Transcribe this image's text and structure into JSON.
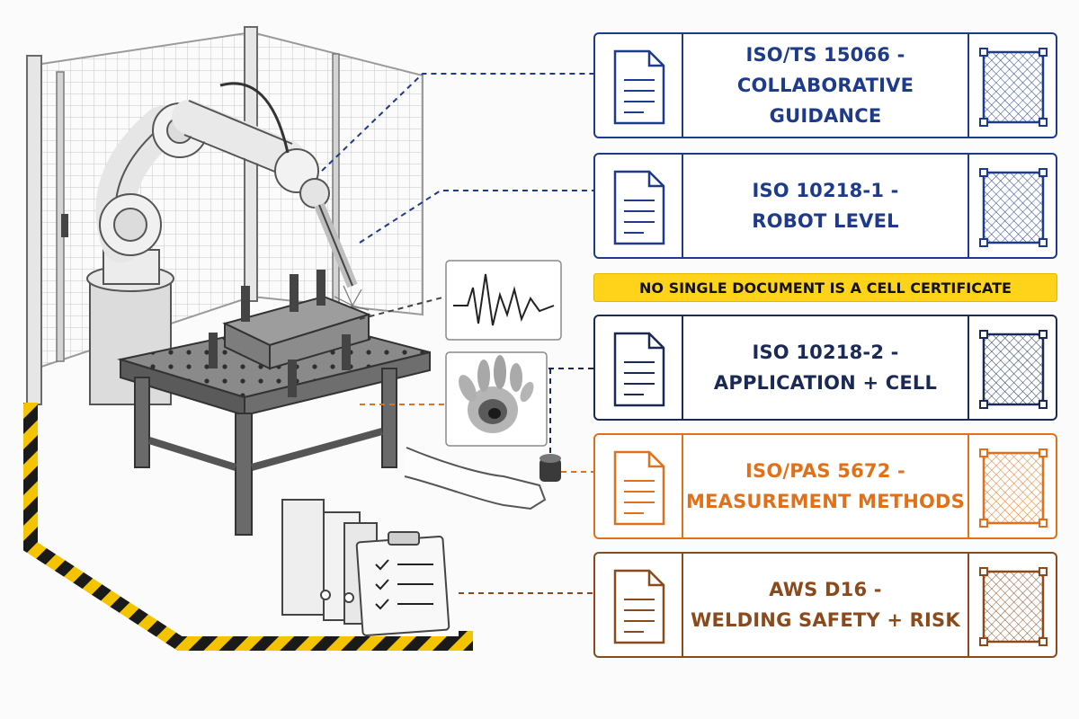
{
  "colors": {
    "blue": "#1e3a8a",
    "navy": "#1b2a55",
    "orange": "#e0711a",
    "brown": "#8a4a1c",
    "notice_yellow": "#ffd31a",
    "hazard_yellow": "#f5c400",
    "ink": "#2a2a2a"
  },
  "icons": {
    "document": "document-icon",
    "fence": "fence-mesh-icon",
    "waveform": "vibration-waveform-icon",
    "thermal_hand": "pressure-map-hand-icon",
    "sensor": "force-sensor-icon"
  },
  "standards": [
    {
      "line1": "ISO/TS 15066 -",
      "line2": "COLLABORATIVE GUIDANCE",
      "color_key": "blue"
    },
    {
      "line1": "ISO 10218-1 -",
      "line2": "ROBOT LEVEL",
      "color_key": "blue"
    },
    {
      "line1": "ISO 10218-2 -",
      "line2": "APPLICATION + CELL",
      "color_key": "navy"
    },
    {
      "line1": "ISO/PAS 5672 -",
      "line2": "MEASUREMENT METHODS",
      "color_key": "orange"
    },
    {
      "line1": "AWS D16 -",
      "line2": "WELDING SAFETY + RISK",
      "color_key": "brown"
    }
  ],
  "notice": {
    "text": "NO SINGLE DOCUMENT IS A CELL CERTIFICATE"
  }
}
